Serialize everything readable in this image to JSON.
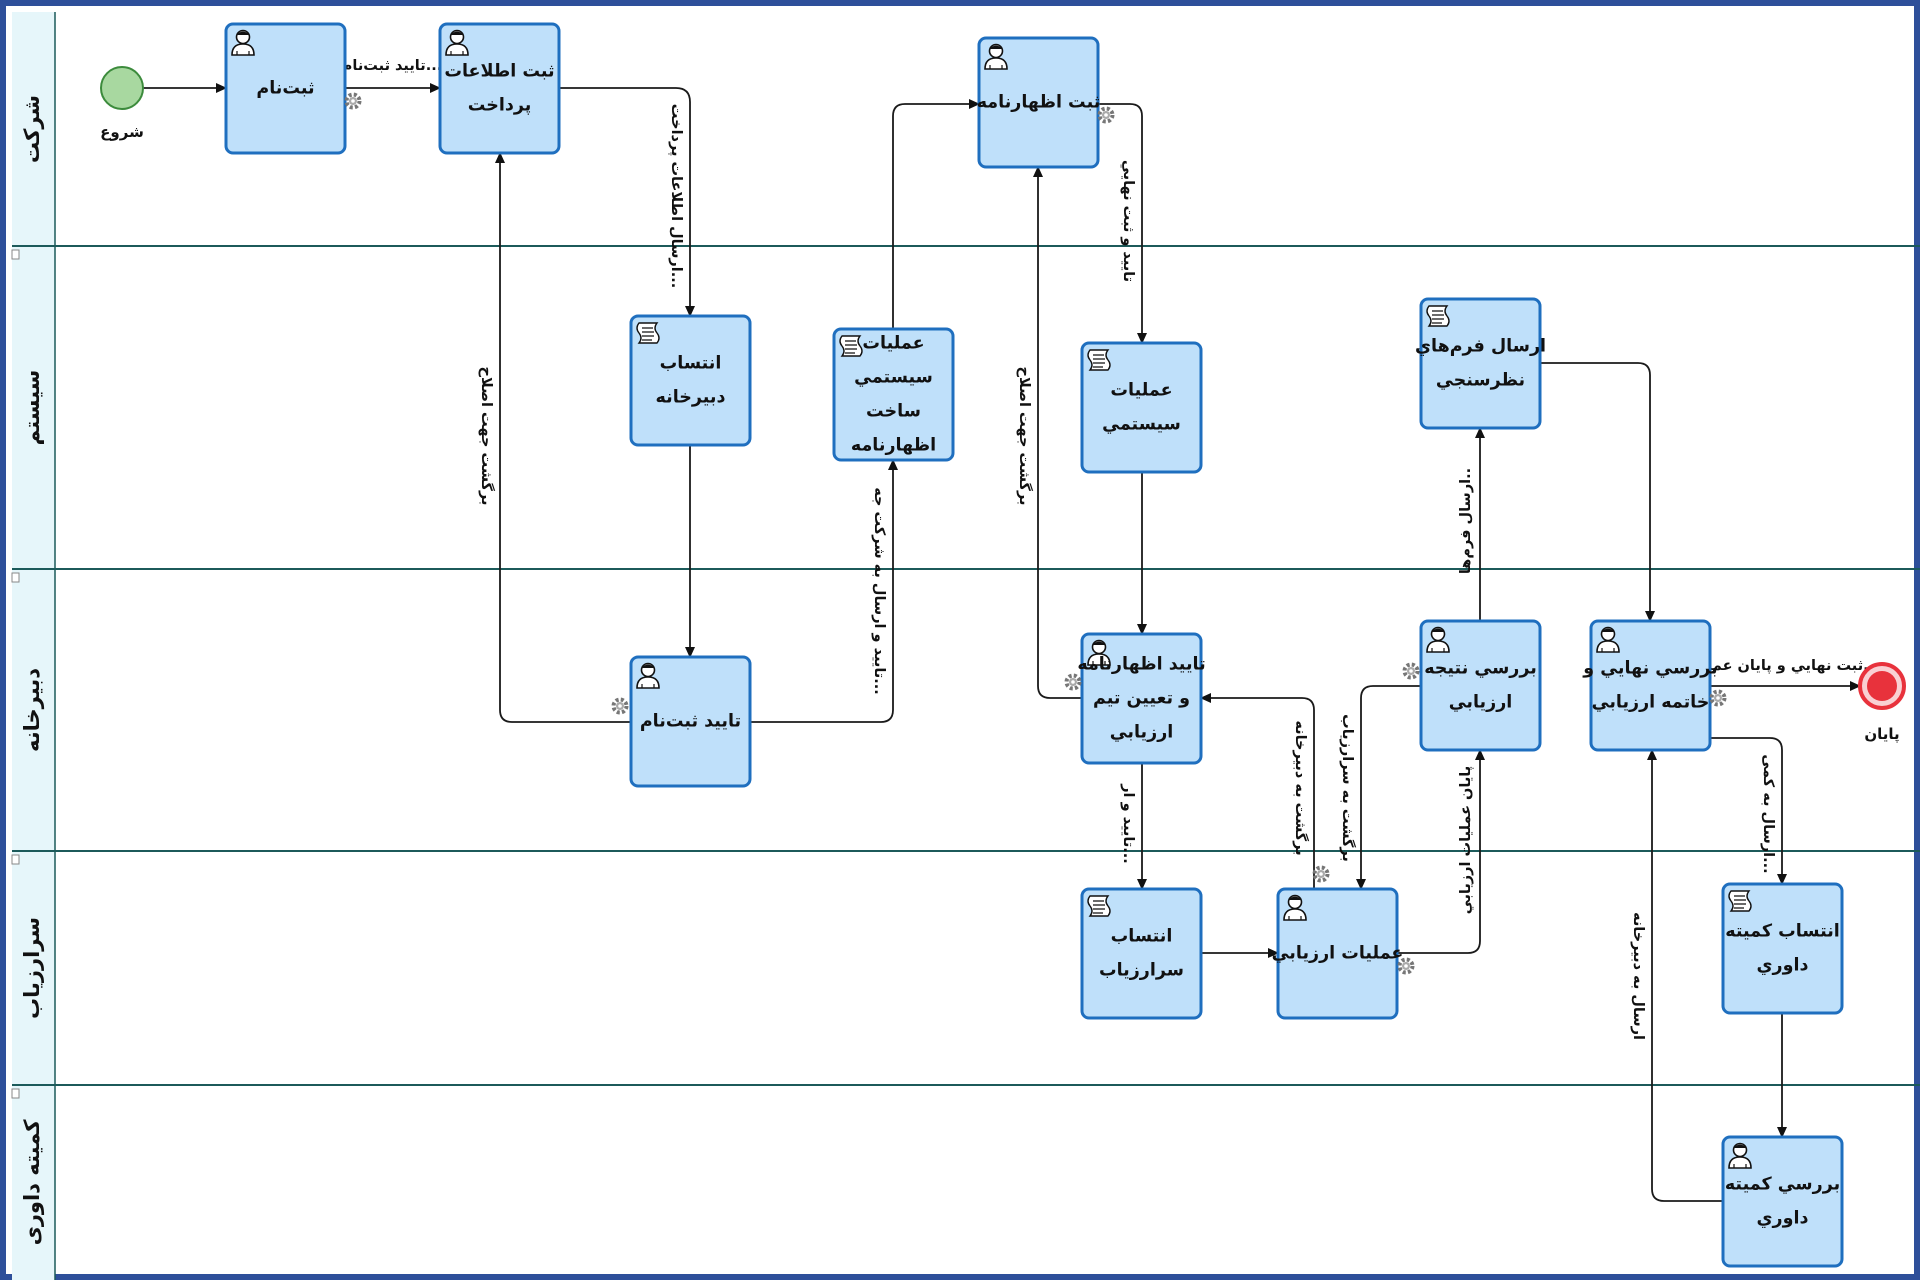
{
  "lanes": [
    {
      "id": "company",
      "label": "شرکت"
    },
    {
      "id": "system",
      "label": "سیستم"
    },
    {
      "id": "secretariat",
      "label": "دبیرخانه"
    },
    {
      "id": "chief",
      "label": "سرارزیاب"
    },
    {
      "id": "committee",
      "label": "کمیته داوری"
    }
  ],
  "events": {
    "start": "شروع",
    "end": "پایان"
  },
  "tasks": {
    "register": [
      "ثبت‌نام"
    ],
    "payment_info": [
      "ثبت اطلاعات",
      "پرداخت"
    ],
    "declaration": [
      "ثبت اظهارنامه"
    ],
    "assign_secretariat": [
      "انتساب",
      "دبیرخانه"
    ],
    "system_build": [
      "عملیات",
      "سیستمي",
      "ساخت",
      "اظهارنامه"
    ],
    "system_ops": [
      "عملیات",
      "سیستمي"
    ],
    "send_forms": [
      "ارسال فرم‌هاي",
      "نظرسنجي"
    ],
    "confirm_register": [
      "تایید ثبت‌نام"
    ],
    "confirm_declaration": [
      "تایید اظهارنامه",
      "و تعیین تیم",
      "ارزیابي"
    ],
    "review_result": [
      "بررسي نتیجه",
      "ارزیابي"
    ],
    "final_review": [
      "بررسي نهایي و",
      "خاتمه ارزیابي"
    ],
    "assign_chief": [
      "انتساب",
      "سرارزیاب"
    ],
    "evaluation": [
      "عملیات ارزیابي"
    ],
    "assign_committee": [
      "انتساب کمیته",
      "داوري"
    ],
    "committee_review": [
      "بررسي کمیته",
      "داوري"
    ]
  },
  "flows": {
    "confirm_register": "تایید ثبت‌نام...",
    "send_payment": "ارسال اطلاعات پرداخت...",
    "back_fix_1": "برگشت جهت اصلاح",
    "confirm_send_company": "تایید و ارسال به شرکت جه...",
    "confirm_final_register": "تایید و ثبت نهایي",
    "back_fix_2": "برگشت جهت اصلاح",
    "send_forms": "ارسال فرم‌ها..",
    "confirm_and": "تایید و ار...",
    "back_secretariat": "برگشت به دبیرخانه",
    "back_chief": "برگشت به سرارزیاب",
    "end_evaluation": "پایان عملیات ارزیابي",
    "final_end": "ثبت نهایي و پایان عملی...",
    "send_committee": "ارسال به کمی...",
    "send_secretariat": "ارسال به دبیرخانه"
  },
  "colors": {
    "frame": "#2e4f9a",
    "task_fill": "#bfe0fa",
    "task_stroke": "#1f6fbf",
    "lane_header": "#e6f6fa",
    "lane_divider": "#1c5a5a",
    "start_fill": "#a8d8a0",
    "end_fill": "#e8323c"
  }
}
